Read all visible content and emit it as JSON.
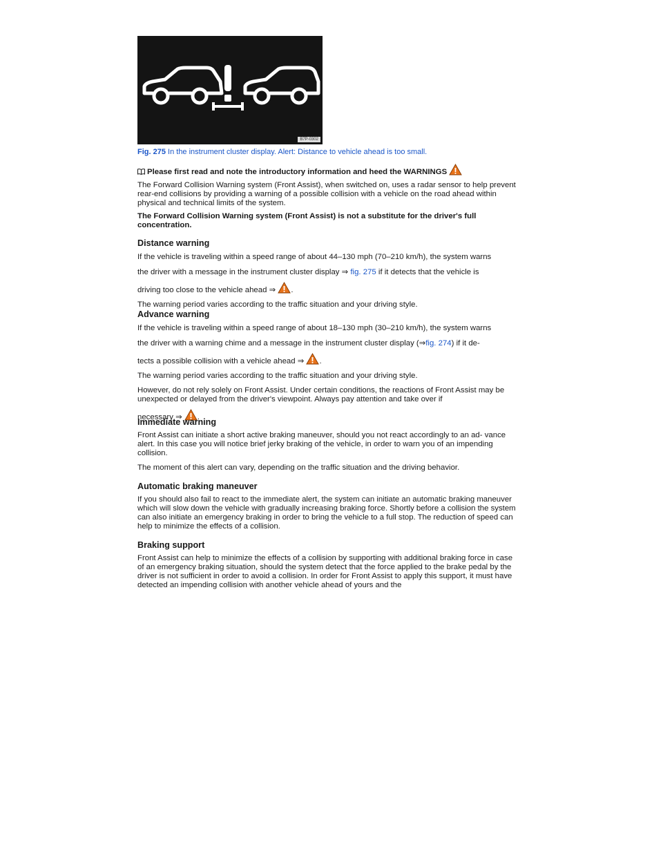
{
  "figure": {
    "code": "B7P-0302"
  },
  "caption": {
    "ref": "Fig. 275",
    "text": "In the instrument cluster display. Alert: Distance to vehicle ahead is too small."
  },
  "intro_notice": "Please first read and note the introductory information and heed the WARNINGS",
  "intro_para": "The Forward Collision Warning system (Front Assist), when switched on, uses a radar sensor to help prevent rear-end collisions by providing a warning of a possible collision with a vehicle on the road ahead within physical and technical limits of the system.",
  "bold_para": "The Forward Collision Warning system (Front Assist) is not a substitute for the driver's full concentration.",
  "sections": {
    "distance": {
      "heading": "Distance warning",
      "l1": "If the vehicle is traveling within a speed range of about 44–130 mph (70–210 km/h), the system warns",
      "l2a": "the driver with a message in the instrument cluster display ⇒",
      "l2link": "fig. 275",
      "l2b": " if it detects that the vehicle is",
      "l3": "driving too close to the vehicle ahead ⇒",
      "p2": "The warning period varies according to the traffic situation and your driving style."
    },
    "advance": {
      "heading": "Advance warning",
      "l1": "If the vehicle is traveling within a speed range of about 18–130 mph (30–210 km/h), the system warns",
      "l2a": "the driver with a warning chime and a message in the instrument cluster display (⇒",
      "l2link": "fig. 274",
      "l2b": ") if it de-",
      "l3": "tects a possible collision with a vehicle ahead ⇒",
      "p2": "The warning period varies according to the traffic situation and your driving style.",
      "p3": "However, do not rely solely on Front Assist. Under certain conditions, the reactions of Front Assist may be unexpected or delayed from the driver's viewpoint. Always pay attention and take over if",
      "p3b": "necessary ⇒"
    },
    "immediate": {
      "heading": "Immediate warning",
      "p1": "Front Assist can initiate a short active braking maneuver, should you not react accordingly to an ad- vance alert. In this case you will notice brief jerky braking of the vehicle, in order to warn you of an impending collision.",
      "p2": "The moment of this alert can vary, depending on the traffic situation and the driving behavior."
    },
    "automatic": {
      "heading": "Automatic braking maneuver",
      "p1": "If you should also fail to react to the immediate alert, the system can initiate an automatic braking maneuver which will slow down the vehicle with gradually increasing braking force. Shortly before a collision the system can also initiate an emergency braking in order to bring the vehicle to a full stop. The reduction of speed can help to minimize the effects of a collision."
    },
    "support": {
      "heading": "Braking support",
      "p1": "Front Assist can help to minimize the effects of a collision by supporting with additional braking force in case of an emergency braking situation, should the system detect that the force applied to the brake pedal by the driver is not sufficient in order to avoid a collision. In order for Front Assist to apply this support, it must have detected an impending collision with another vehicle ahead of yours and the"
    }
  },
  "colors": {
    "link": "#1a56c8",
    "warning_fill": "#e8731a"
  }
}
